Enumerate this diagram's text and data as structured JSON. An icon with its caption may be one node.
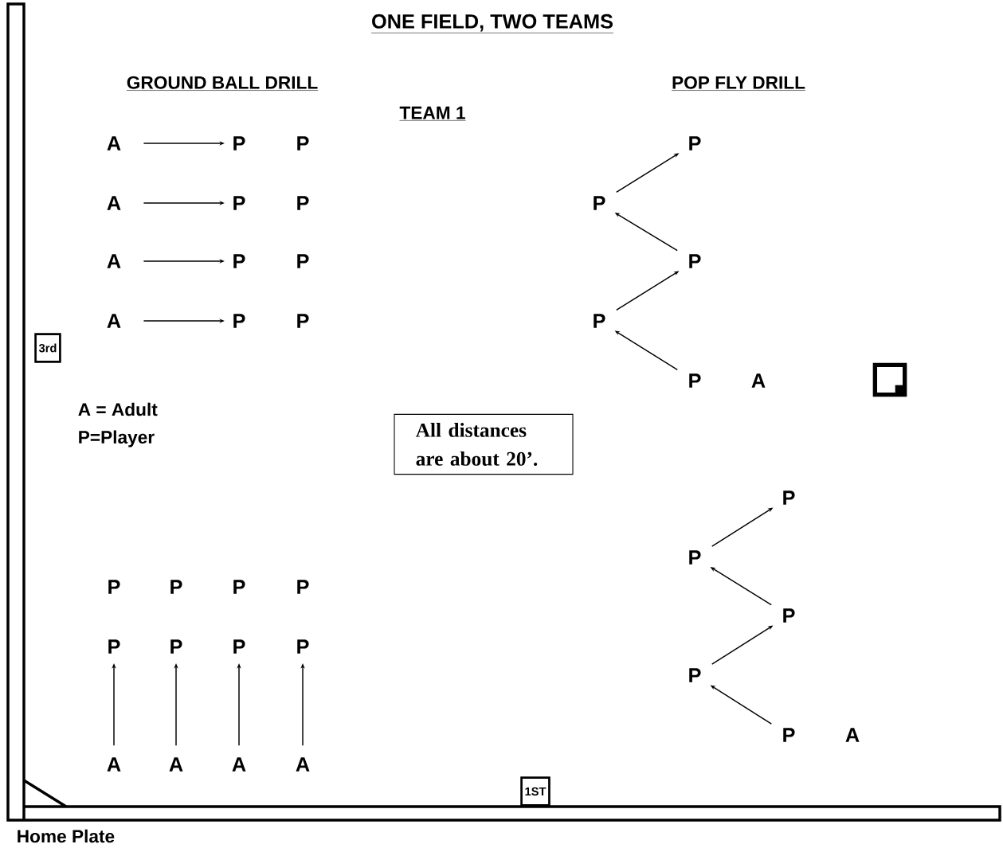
{
  "diagram": {
    "title": "ONE FIELD, TWO TEAMS",
    "nodes": [
      {
        "text": [
          "3rd"
        ]
      },
      {
        "text": [
          "A"
        ]
      },
      {
        "text": [
          "P"
        ]
      },
      {
        "text": [
          "P"
        ]
      },
      {
        "text": [
          "A"
        ]
      },
      {
        "text": [
          "P"
        ]
      },
      {
        "text": [
          "P"
        ]
      },
      {
        "text": [
          "A"
        ]
      },
      {
        "text": [
          "P"
        ]
      },
      {
        "text": [
          "P"
        ]
      },
      {
        "text": [
          "A"
        ]
      },
      {
        "text": [
          "P"
        ]
      },
      {
        "text": [
          "P"
        ]
      },
      {
        "text": [
          "P"
        ]
      },
      {
        "text": [
          "P"
        ]
      },
      {
        "text": [
          "P"
        ]
      },
      {
        "text": [
          "P"
        ]
      },
      {
        "text": [
          "P"
        ]
      },
      {
        "text": [
          "A"
        ]
      },
      {
        "text": [],
        "shape": "box"
      },
      {
        "text": [
          "All distances are about 20’."
        ]
      },
      {
        "text": [
          "P"
        ]
      },
      {
        "text": [
          "P"
        ]
      },
      {
        "text": [
          "P"
        ]
      },
      {
        "text": [
          "P"
        ]
      },
      {
        "text": [
          "P"
        ]
      },
      {
        "text": [
          "A"
        ]
      },
      {
        "text": [
          "P"
        ]
      },
      {
        "text": [
          "P"
        ]
      },
      {
        "text": [
          "P"
        ]
      },
      {
        "text": [
          "P"
        ]
      },
      {
        "text": [
          "P"
        ]
      },
      {
        "text": [
          "P"
        ]
      },
      {
        "text": [
          "P"
        ]
      },
      {
        "text": [
          "P"
        ]
      },
      {
        "text": [
          "A"
        ]
      },
      {
        "text": [
          "A"
        ]
      },
      {
        "text": [
          "A"
        ]
      },
      {
        "text": [
          "A"
        ]
      },
      {
        "text": [
          "1ST"
        ]
      }
    ],
    "edges": [
      {
        "from": 1,
        "to": 2,
        "arrow": "to"
      },
      {
        "from": 4,
        "to": 5,
        "arrow": "to"
      },
      {
        "from": 7,
        "to": 8,
        "arrow": "to"
      },
      {
        "from": 10,
        "to": 11,
        "arrow": "to"
      },
      {
        "from": 17,
        "to": 16,
        "arrow": "to"
      },
      {
        "from": 16,
        "to": 15,
        "arrow": "to"
      },
      {
        "from": 15,
        "to": 14,
        "arrow": "to"
      },
      {
        "from": 14,
        "to": 13,
        "arrow": "to"
      },
      {
        "from": 25,
        "to": 24,
        "arrow": "to"
      },
      {
        "from": 24,
        "to": 23,
        "arrow": "to"
      },
      {
        "from": 23,
        "to": 22,
        "arrow": "to"
      },
      {
        "from": 22,
        "to": 21,
        "arrow": "to"
      },
      {
        "from": 35,
        "to": 31,
        "arrow": "to"
      },
      {
        "from": 36,
        "to": 32,
        "arrow": "to"
      },
      {
        "from": 37,
        "to": 33,
        "arrow": "to"
      },
      {
        "from": 38,
        "to": 34,
        "arrow": "to"
      }
    ],
    "labels": [
      "GROUND BALL DRILL",
      "POP FLY DRILL",
      "TEAM 1",
      "A = Adult",
      "P=Player",
      "Home Plate"
    ]
  }
}
